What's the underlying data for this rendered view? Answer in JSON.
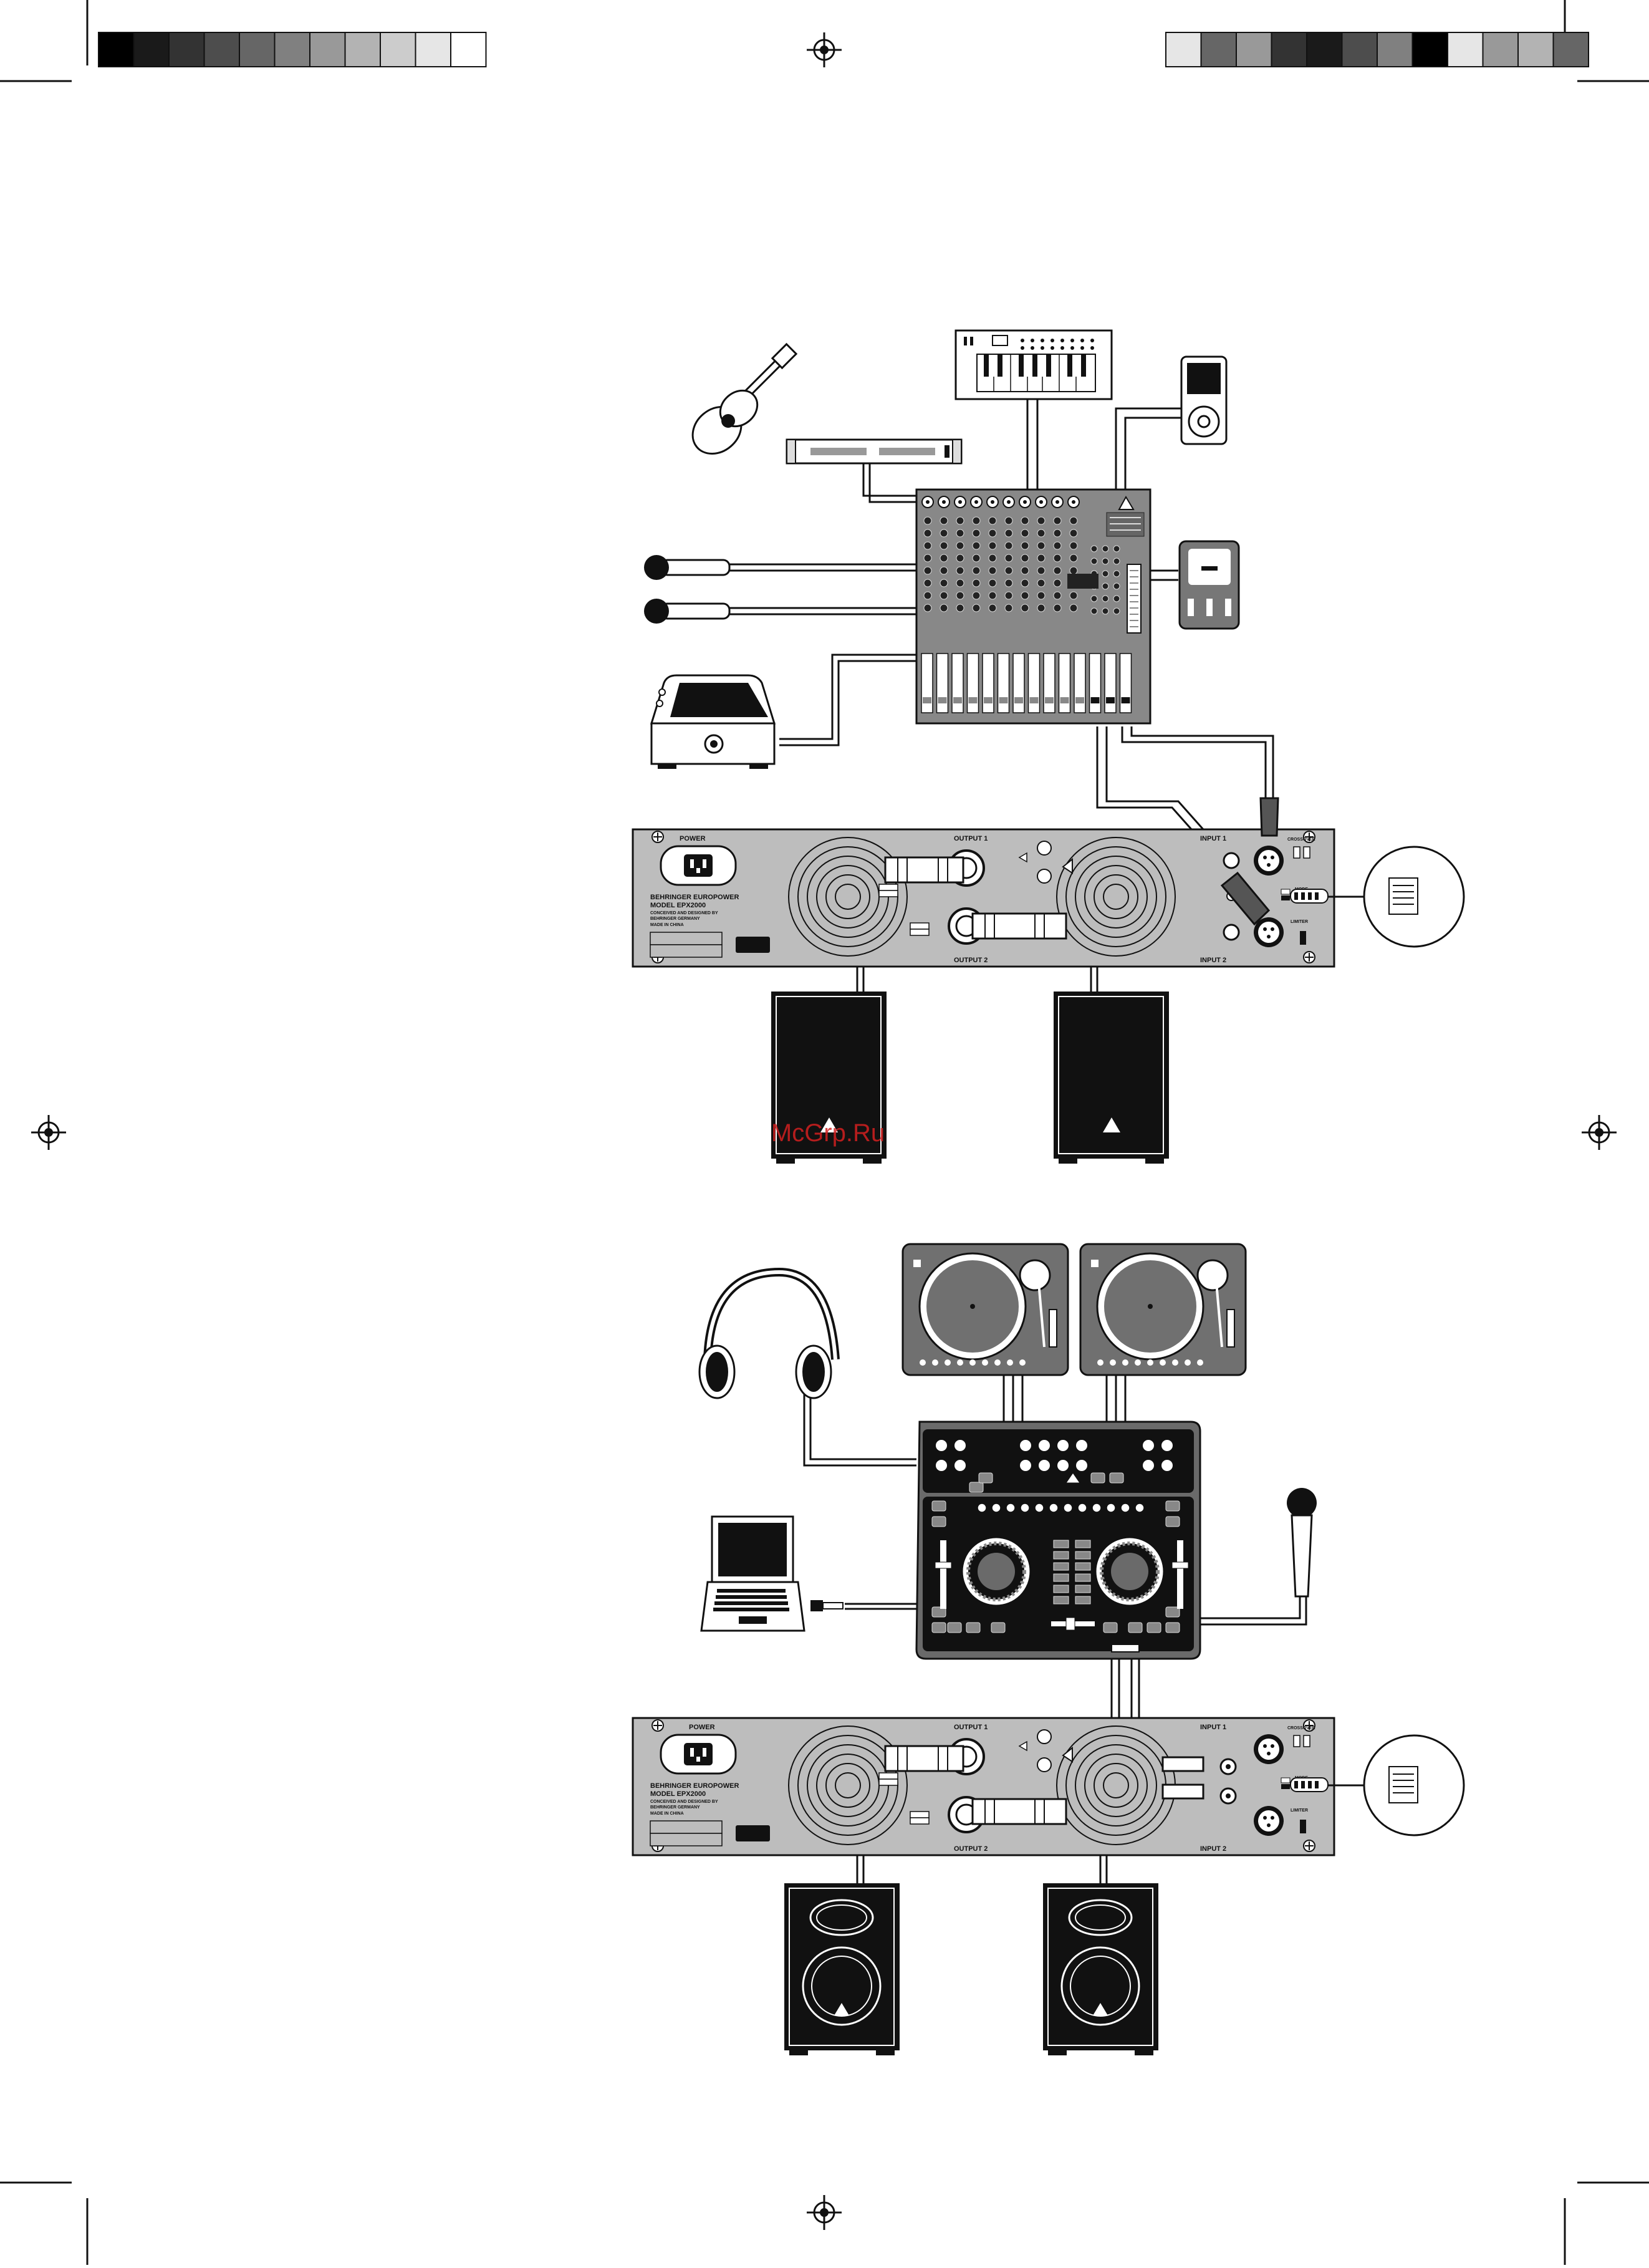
{
  "colors": {
    "paper": "#ffffff",
    "ink": "#111111",
    "panel": "#bdbdbd",
    "panel_dark": "#6a6a6a",
    "device_dark": "#707070",
    "speaker": "#111111",
    "watermark": "#d22020"
  },
  "color_bars": {
    "left": [
      "#000000",
      "#1a1a1a",
      "#333333",
      "#4d4d4d",
      "#666666",
      "#808080",
      "#999999",
      "#b3b3b3",
      "#cccccc",
      "#e6e6e6",
      "#ffffff"
    ],
    "right": [
      "#e6e6e6",
      "#666666",
      "#999999",
      "#333333",
      "#1a1a1a",
      "#4d4d4d",
      "#808080",
      "#000000",
      "#e6e6e6",
      "#999999",
      "#b3b3b3",
      "#666666"
    ]
  },
  "amplifier": {
    "power_label": "POWER",
    "output1_label": "OUTPUT 1",
    "output2_label": "OUTPUT 2",
    "input1_label": "INPUT 1",
    "input2_label": "INPUT 2",
    "limiter_label": "LIMITER",
    "mode_label": "MODE",
    "crossover_label": "CROSSOVER",
    "brand_line": "BEHRINGER EUROPOWER",
    "model_line": "MODEL EPX2000",
    "conceived_line": "CONCEIVED AND DESIGNED BY",
    "behringer_line": "BEHRINGER GERMANY",
    "made_line": "MADE IN CHINA"
  },
  "watermark": "McGrp.Ru",
  "icons": [
    "acoustic-guitar-icon",
    "preamp-rack-icon",
    "midi-keyboard-icon",
    "mp3-player-icon",
    "microphone-icon",
    "drum-machine-icon",
    "mixer-icon",
    "power-supply-icon",
    "amplifier-icon",
    "speaker-icon",
    "turntable-icon",
    "headphones-icon",
    "laptop-icon",
    "dj-controller-icon",
    "handheld-microphone-icon",
    "zoom-switch-icon"
  ]
}
